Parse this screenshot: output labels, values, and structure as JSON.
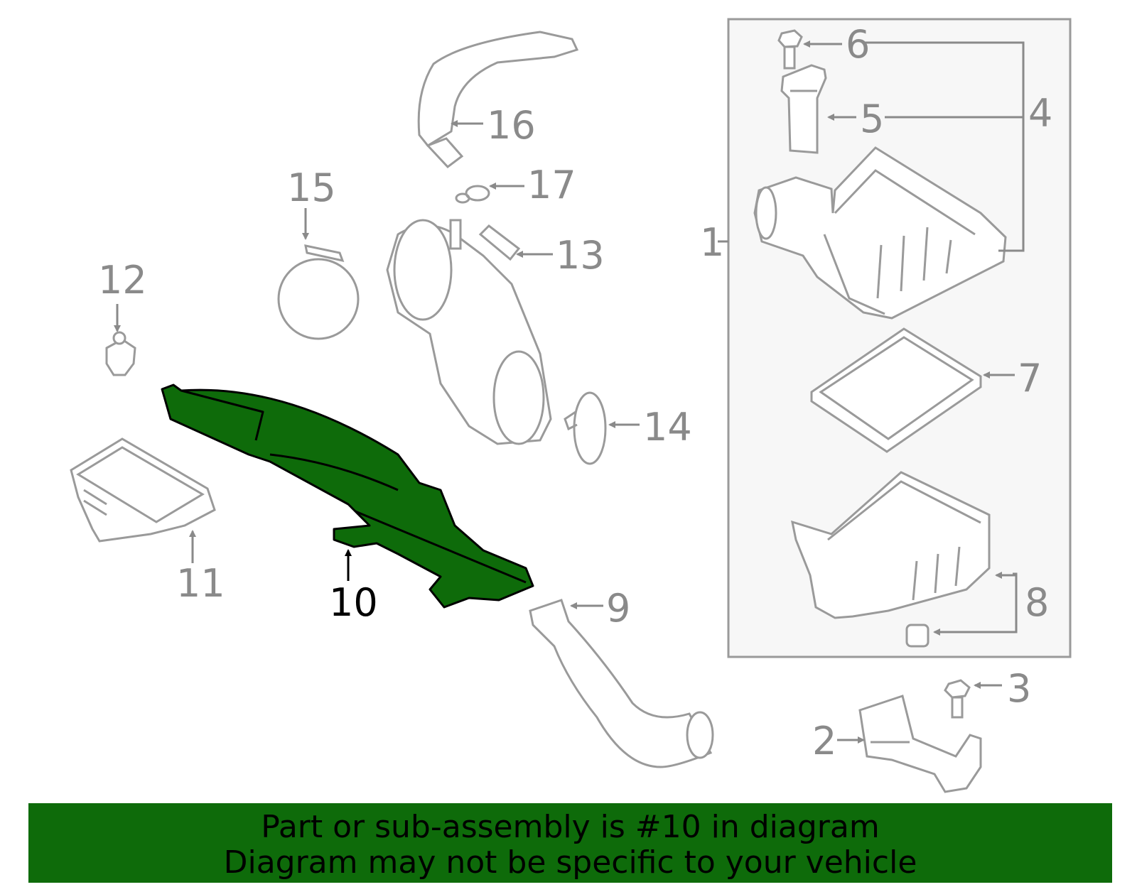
{
  "colors": {
    "part_outline": "#9a9a9a",
    "highlight": "#0e6b0a",
    "box_fill": "#f7f7f7",
    "banner": "#0e6b0a"
  },
  "callouts": {
    "c1": "1",
    "c2": "2",
    "c3": "3",
    "c4": "4",
    "c5": "5",
    "c6": "6",
    "c7": "7",
    "c8": "8",
    "c9": "9",
    "c10": "10",
    "c11": "11",
    "c12": "12",
    "c13": "13",
    "c14": "14",
    "c15": "15",
    "c16": "16",
    "c17": "17"
  },
  "highlighted_part": "10",
  "banner": {
    "line1": "Part or sub-assembly is #10 in diagram",
    "line2": "Diagram may not be specific to your vehicle"
  }
}
